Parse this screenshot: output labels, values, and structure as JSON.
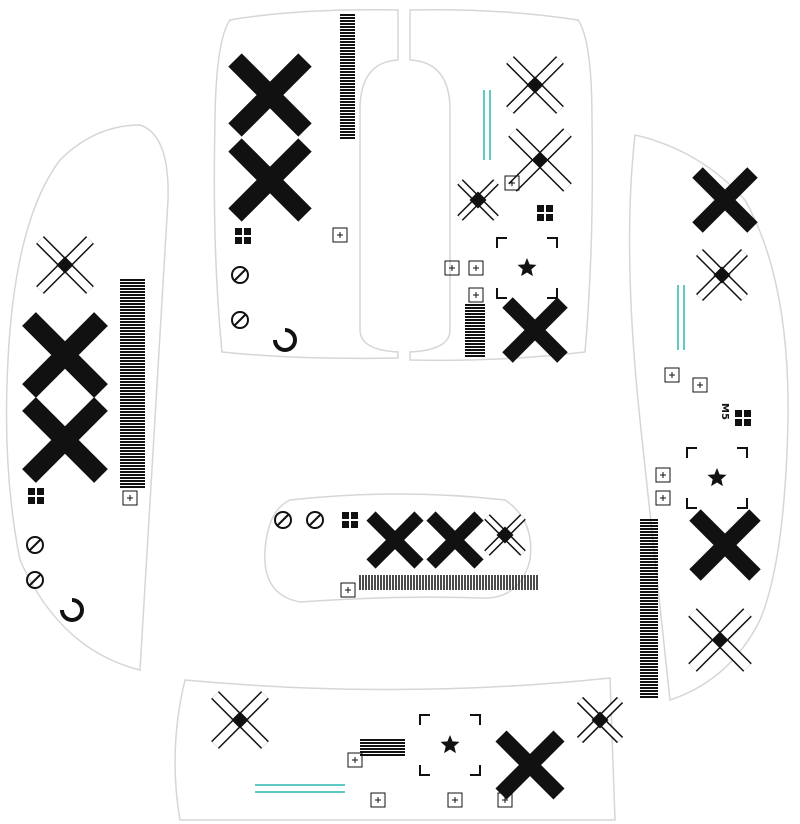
{
  "product": {
    "model_label": "M5",
    "colors": {
      "background": "#ffffff",
      "ink": "#111111",
      "accent": "#5fc9c3",
      "outline": "#d8d8d8"
    },
    "pieces": [
      "top-left-button",
      "top-right-button",
      "left-side",
      "right-side",
      "center-palm",
      "bottom-rear"
    ],
    "icons": [
      "x-mark-icon",
      "x-outline-icon",
      "star-icon",
      "crosshair-icon",
      "grid-icon",
      "circle-slash-icon",
      "stripe-pattern"
    ]
  }
}
